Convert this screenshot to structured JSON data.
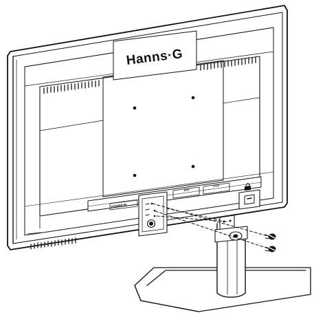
{
  "brand": {
    "logo_text": "Hanns·G"
  },
  "ports": {
    "power": "POWER IN",
    "dvi": "DVI",
    "vga": "VGA"
  },
  "colors": {
    "line": "#111111",
    "background": "#ffffff",
    "vent": "#222222"
  }
}
